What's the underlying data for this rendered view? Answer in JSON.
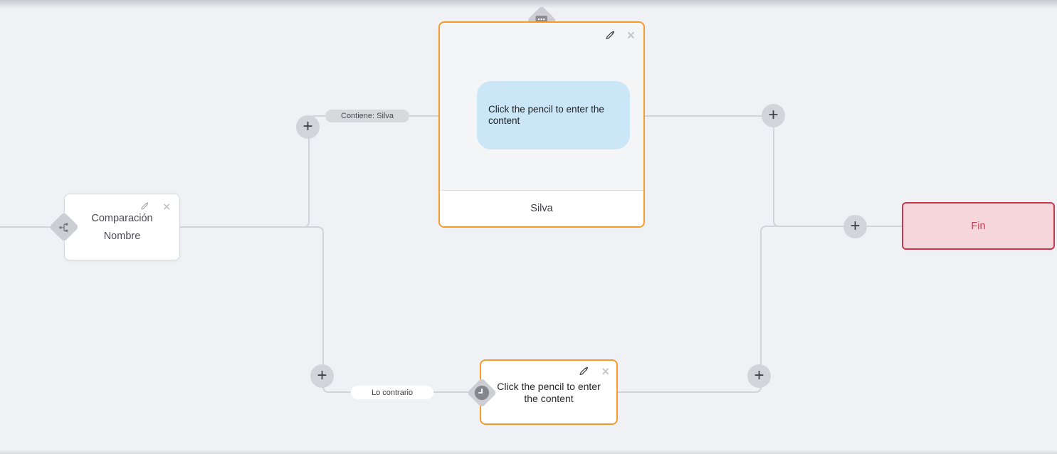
{
  "canvas": {
    "background": "#f0f1f4",
    "connector_color": "#d3d4d9",
    "accent_orange": "#f49b2b"
  },
  "controls": {
    "add_glyph": "+",
    "close_glyph": "×"
  },
  "icons": {
    "condition": "branch-icon",
    "message": "chat-bubble-icon",
    "wait": "clock-icon",
    "edit": "pencil-icon",
    "remove": "close-icon",
    "add": "plus-icon"
  },
  "edge_labels": [
    {
      "text": "Contiene: Silva"
    },
    {
      "text": "Lo contrario"
    }
  ],
  "nodes": {
    "condition": {
      "line1": "Comparación",
      "line2": "Nombre"
    },
    "message": {
      "bubble_text": "Click the pencil to enter the content",
      "footer_label": "Silva",
      "bubble_bg": "#cbe7f7"
    },
    "wait": {
      "text": "Click the pencil to enter the content"
    },
    "end": {
      "label": "Fin",
      "border_color": "#c23a50",
      "background": "#f5d7db",
      "text_color": "#c23a50"
    }
  }
}
